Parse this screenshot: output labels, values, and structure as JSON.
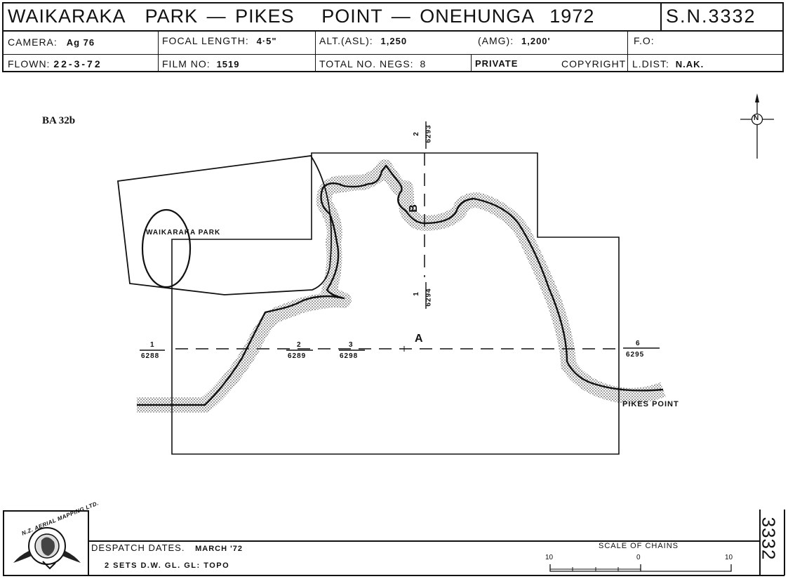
{
  "header": {
    "title_parts": [
      "WAIKARAKA",
      "PARK",
      "—",
      "PIKES",
      "POINT",
      "—",
      "ONEHUNGA",
      "1972"
    ],
    "serial": "S.N.3332"
  },
  "info": {
    "camera_label": "CAMERA:",
    "camera_value": "Ag 76",
    "focal_label": "FOCAL LENGTH:",
    "focal_value": "4·5\"",
    "alt_asl_label": "ALT.(ASL):",
    "alt_asl_value": "1,250",
    "amg_label": "(AMG):",
    "amg_value": "1,200'",
    "fo_label": "F.O:",
    "flown_label": "FLOWN:",
    "flown_value": "22-3-72",
    "film_label": "FILM NO:",
    "film_value": "1519",
    "negs_label": "TOTAL NO. NEGS:",
    "negs_value": "8",
    "private_label": "PRIVATE",
    "copyright_label": "COPYRIGHT",
    "ldist_label": "L.DIST:",
    "ldist_value": "N.AK."
  },
  "map": {
    "ref_code": "BA 32b",
    "park_label": "WAIKARAKA PARK",
    "point_label": "PIKES POINT",
    "run_a_label": "A",
    "run_b_label": "B",
    "run_a_frames": [
      {
        "num": "1",
        "neg": "6288"
      },
      {
        "num": "2",
        "neg": "6289"
      },
      {
        "num": "3",
        "neg": "6298"
      },
      {
        "num": "6",
        "neg": "6295"
      }
    ],
    "run_b_frames": [
      {
        "num": "2",
        "neg": "6293"
      },
      {
        "num": "1",
        "neg": "6294"
      }
    ],
    "north_symbol": "N"
  },
  "footer": {
    "logo_text": "N.Z. AERIAL MAPPING LTD.",
    "despatch_label": "DESPATCH DATES.",
    "despatch_value": "MARCH '72",
    "sets_text": "2 SETS D.W. GL. GL: TOPO",
    "scale_title": "SCALE OF CHAINS",
    "scale_ticks": [
      "10",
      "0",
      "10"
    ],
    "side_number": "3332"
  }
}
